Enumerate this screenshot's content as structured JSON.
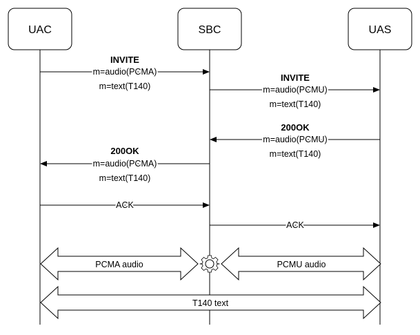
{
  "participants": [
    {
      "name": "UAC"
    },
    {
      "name": "SBC"
    },
    {
      "name": "UAS"
    }
  ],
  "messages": {
    "invite_uac_sbc": {
      "title": "INVITE",
      "sdp1": "m=audio(PCMA)",
      "sdp2": "m=text(T140)"
    },
    "invite_sbc_uas": {
      "title": "INVITE",
      "sdp1": "m=audio(PCMU)",
      "sdp2": "m=text(T140)"
    },
    "ok_uas_sbc": {
      "title": "200OK",
      "sdp1": "m=audio(PCMU)",
      "sdp2": "m=text(T140)"
    },
    "ok_sbc_uac": {
      "title": "200OK",
      "sdp1": "m=audio(PCMA)",
      "sdp2": "m=text(T140)"
    },
    "ack_uac_sbc": {
      "title": "ACK"
    },
    "ack_sbc_uas": {
      "title": "ACK"
    }
  },
  "streams": {
    "pcma": {
      "label": "PCMA audio"
    },
    "pcmu": {
      "label": "PCMU audio"
    },
    "t140": {
      "label": "T140 text"
    }
  },
  "icons": {
    "transcoder": "gear-icon"
  }
}
